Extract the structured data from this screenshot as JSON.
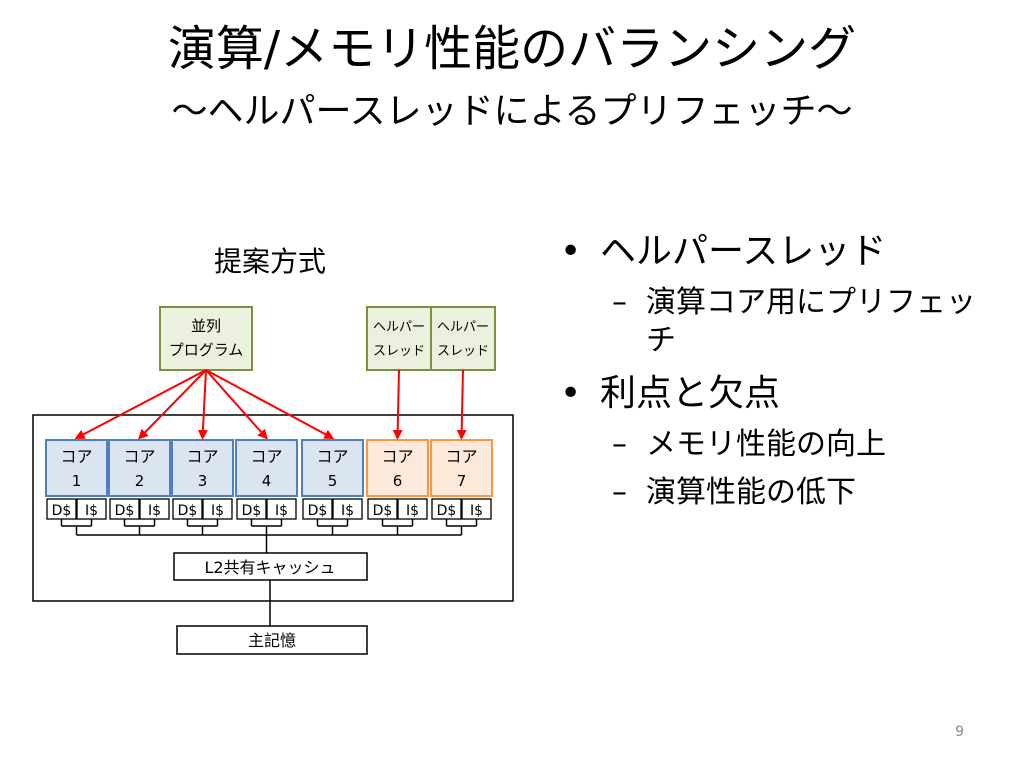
{
  "slide": {
    "title": "演算/メモリ性能のバランシング",
    "subtitle": "～ヘルパースレッドによるプリフェッチ～",
    "page_number": "9"
  },
  "diagram": {
    "label": "提案方式",
    "parallel_program": [
      "並列",
      "プログラム"
    ],
    "helper_threads": [
      [
        "ヘルパー",
        "スレッド"
      ],
      [
        "ヘルパー",
        "スレッド"
      ]
    ],
    "cores": [
      {
        "name": "コア",
        "num": "1",
        "kind": "compute"
      },
      {
        "name": "コア",
        "num": "2",
        "kind": "compute"
      },
      {
        "name": "コア",
        "num": "3",
        "kind": "compute"
      },
      {
        "name": "コア",
        "num": "4",
        "kind": "compute"
      },
      {
        "name": "コア",
        "num": "5",
        "kind": "compute"
      },
      {
        "name": "コア",
        "num": "6",
        "kind": "helper"
      },
      {
        "name": "コア",
        "num": "7",
        "kind": "helper"
      }
    ],
    "dcache": "D$",
    "icache": "I$",
    "l2": "L2共有キャッシュ",
    "memory": "主記憶",
    "colors": {
      "compute_fill": "#dbe5f1",
      "compute_stroke": "#4f81bd",
      "helper_fill": "#fde9d9",
      "helper_stroke": "#f79646",
      "program_fill": "#ebf1de",
      "program_stroke": "#77933c",
      "arrow": "#ff0000"
    }
  },
  "bullets": [
    {
      "level": 1,
      "text": "ヘルパースレッド"
    },
    {
      "level": 2,
      "text": "演算コア用にプリフェッチ"
    },
    {
      "level": 1,
      "text": "利点と欠点"
    },
    {
      "level": 2,
      "text": "メモリ性能の向上"
    },
    {
      "level": 2,
      "text": "演算性能の低下"
    }
  ]
}
